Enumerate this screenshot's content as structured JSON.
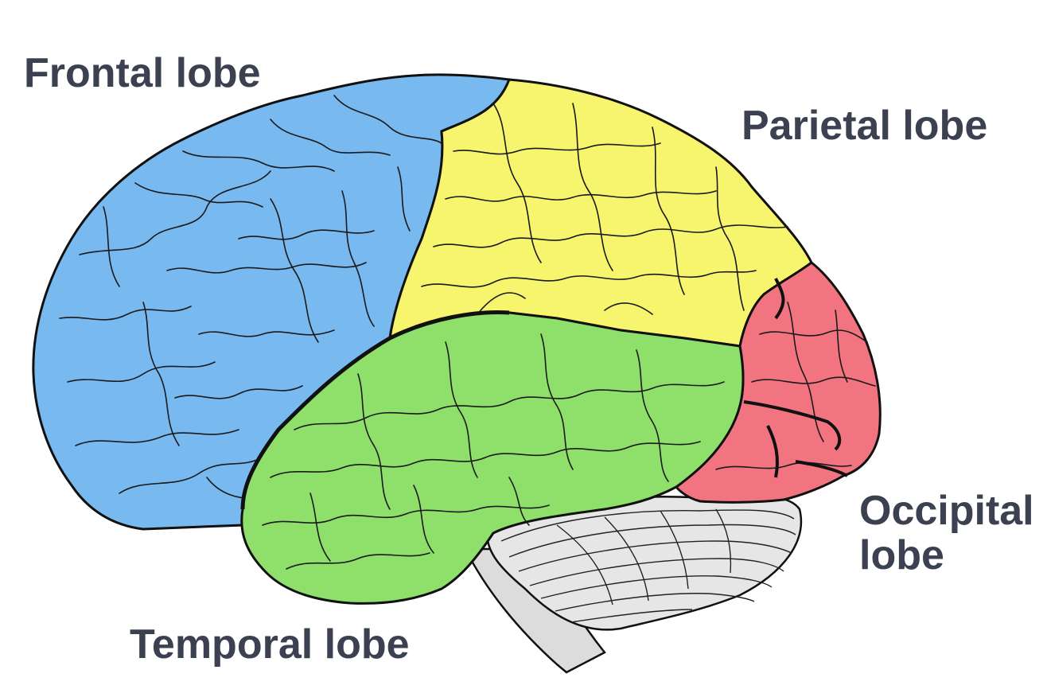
{
  "diagram": {
    "labels": {
      "frontal": "Frontal lobe",
      "parietal": "Parietal lobe",
      "occipital_line1": "Occipital",
      "occipital_line2": "lobe",
      "temporal": "Temporal lobe"
    },
    "colors": {
      "frontal": "#78b9f0",
      "parietal": "#f7f56e",
      "temporal": "#8fe06a",
      "occipital": "#f27480",
      "cerebellum": "#e6e6e6",
      "brainstem": "#dcdcdc",
      "label_text": "#3b4150"
    }
  }
}
